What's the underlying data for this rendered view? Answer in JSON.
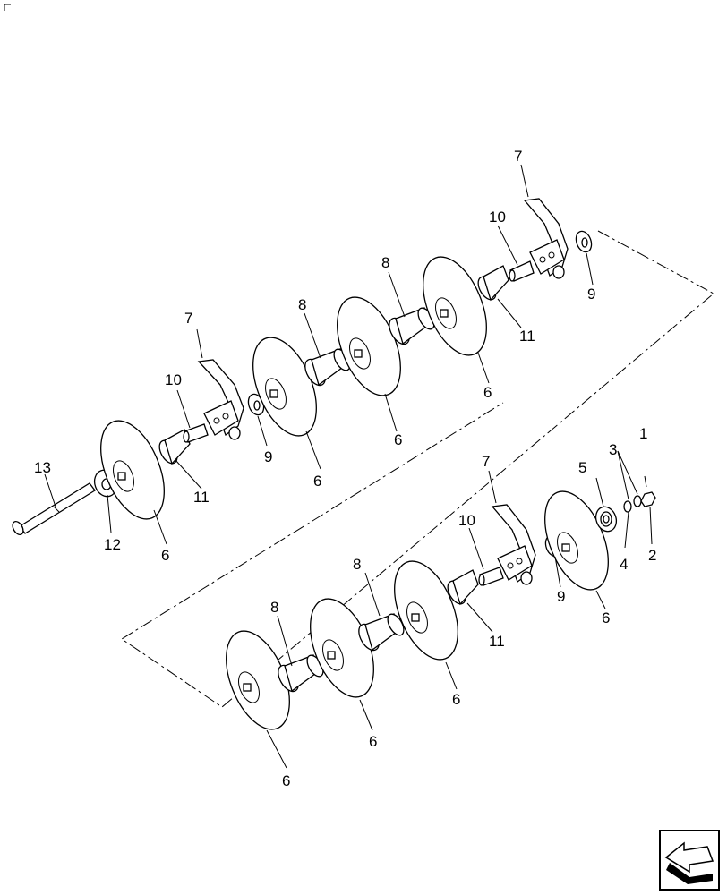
{
  "callouts": {
    "c1": "1",
    "c2": "2",
    "c3": "3",
    "c4": "4",
    "c5": "5",
    "c6": "6",
    "c7": "7",
    "c8": "8",
    "c9": "9",
    "c10": "10",
    "c11": "11",
    "c12": "12",
    "c13": "13"
  },
  "icons": {
    "corner_mark": "corner-mark-icon",
    "navigation": "return-arrow-icon"
  }
}
